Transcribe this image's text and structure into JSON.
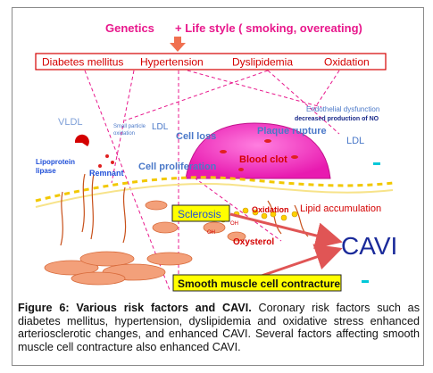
{
  "top": {
    "genetics": "Genetics",
    "lifestyle": "+ Life style ( smoking, overeating)"
  },
  "risk_factors": [
    "Diabetes mellitus",
    "Hypertension",
    "Dyslipidemia",
    "Oxidation"
  ],
  "labels": {
    "vldl": "VLDL",
    "small_ldl_line1": "Small particle",
    "small_ldl_line2": "LDL",
    "small_ldl_line3": "oxidation",
    "endothelial_line1": "Endothelial dysfunction",
    "endothelial_line2": "decreased production of NO",
    "lipoprotein_line1": "Lipoprotein",
    "lipoprotein_line2": "lipase",
    "remnant": "Remnant",
    "cell_loss": "Cell loss",
    "plaque_rupture": "Plaque rupture",
    "ldl": "LDL",
    "blood_clot": "Blood clot",
    "cell_proliferation": "Cell proliferation",
    "lipid_accumulation": "Lipid accumulation",
    "oxidation_inner": "Oxidation",
    "sclerosis": "Sclerosis",
    "oxysterol": "Oxysterol",
    "oh": "OH",
    "cavi": "CAVI",
    "smooth_muscle": "Smooth muscle cell contracture"
  },
  "caption": {
    "lead": "Figure 6: Various risk factors and CAVI.",
    "text": " Coronary risk factors such as diabetes mellitus, hypertension, dyslipidemia and oxidative stress enhanced arteriosclerotic changes, and enhanced CAVI. Several factors affecting smooth muscle cell contracture also enhanced CAVI."
  },
  "colors": {
    "magenta": "#e8188c",
    "red": "#d40000",
    "blue": "#1f4fd8",
    "steel_blue": "#4a78c8",
    "plaque": "#ff3fc0",
    "highlight_box": "#ffff00",
    "arrow_orange": "#f07050",
    "cavi_arrow": "#e05555"
  }
}
